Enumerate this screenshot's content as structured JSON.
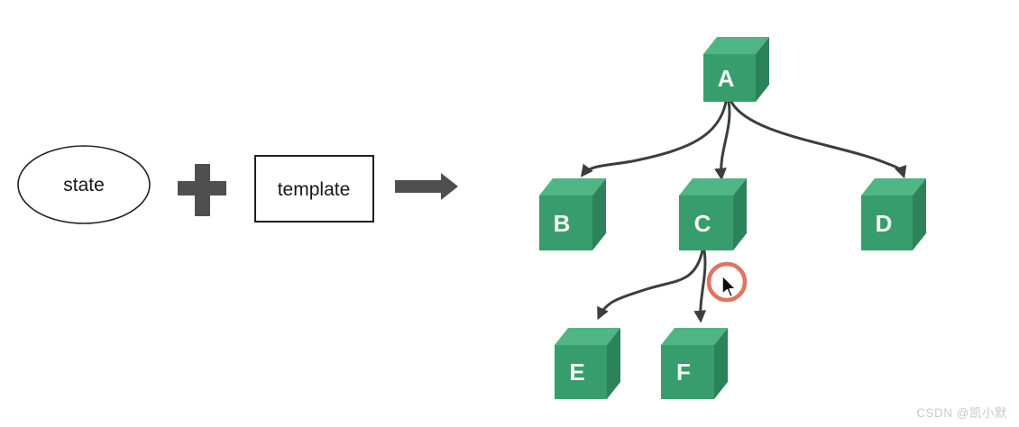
{
  "page": {
    "background": "#ffffff",
    "watermark": "CSDN @凯小默"
  },
  "formula": {
    "state_label": "state",
    "plus_icon": "+",
    "template_label": "template",
    "result_arrow_icon": "→"
  },
  "tree": {
    "nodes": [
      {
        "id": "A",
        "label": "A"
      },
      {
        "id": "B",
        "label": "B"
      },
      {
        "id": "C",
        "label": "C"
      },
      {
        "id": "D",
        "label": "D"
      },
      {
        "id": "E",
        "label": "E"
      },
      {
        "id": "F",
        "label": "F"
      }
    ],
    "edges": [
      {
        "from": "A",
        "to": "B"
      },
      {
        "from": "A",
        "to": "C"
      },
      {
        "from": "A",
        "to": "D"
      },
      {
        "from": "C",
        "to": "E"
      },
      {
        "from": "C",
        "to": "F"
      }
    ]
  },
  "pointer": {
    "highlight_ring": "click-highlight-ring",
    "cursor": "arrow-cursor"
  },
  "colors": {
    "cube_top": "#4fb585",
    "cube_front": "#389d6d",
    "cube_side": "#2c8259",
    "connector": "#3d3d3d",
    "formula_shape": "#4f4f4f",
    "outline": "#1f1f1f",
    "shape_fill": "#ffffff",
    "highlight_ring": "#d8573c",
    "cursor_fill": "#0b0b0b",
    "cursor_outline": "#ffffff"
  }
}
